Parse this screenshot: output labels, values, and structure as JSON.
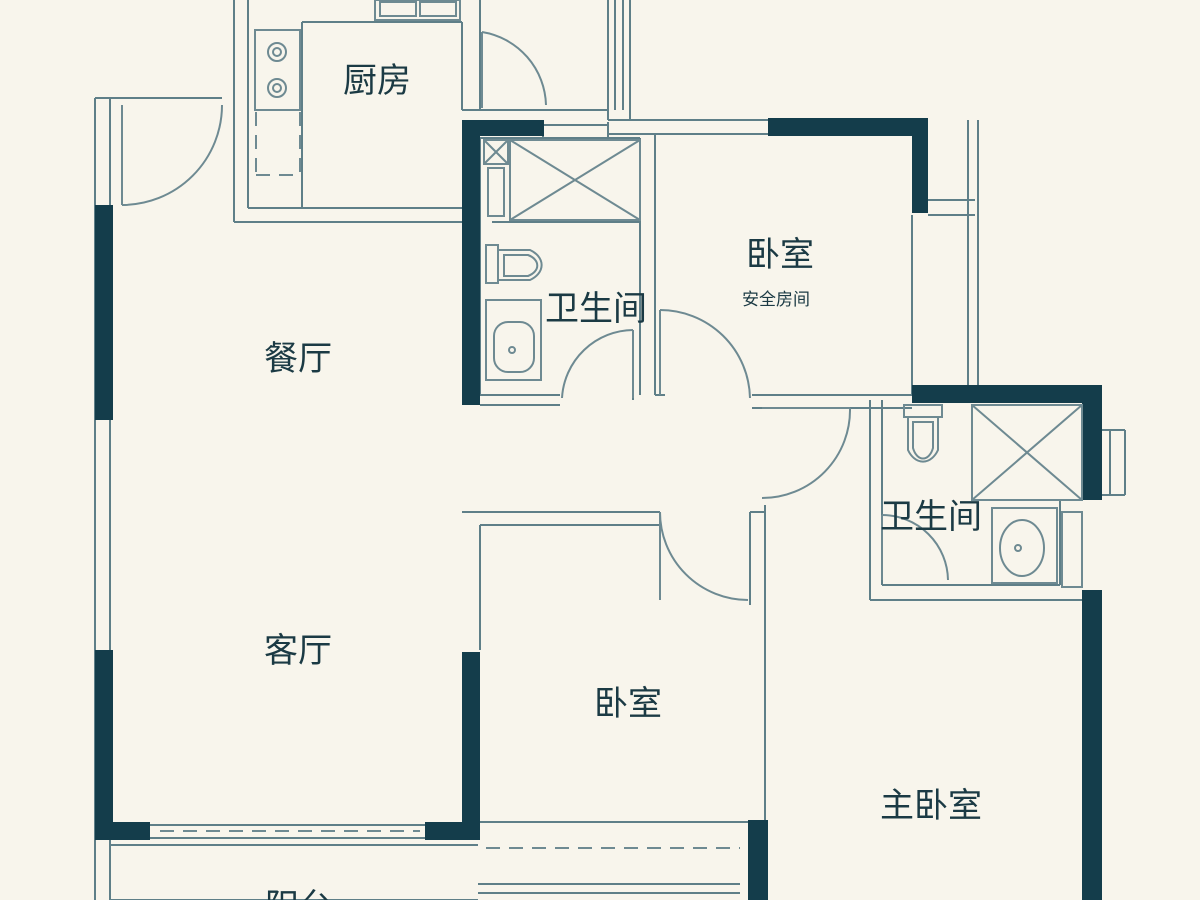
{
  "colors": {
    "background": "#f8f5ec",
    "wall_dark": "#143d4b",
    "wall_line": "#5f7f88",
    "fixture": "#6e8a92",
    "label": "#1b3a44"
  },
  "rooms": {
    "kitchen": "厨房",
    "top_cut": "阳台",
    "dining": "餐厅",
    "living": "客厅",
    "bathroom_left": "卫生间",
    "bedroom_upper": "卧室",
    "bedroom_upper_note": "安全房间",
    "bathroom_right": "卫生间",
    "bedroom_middle": "卧室",
    "master_bedroom": "主卧室",
    "balcony": "阳台"
  }
}
